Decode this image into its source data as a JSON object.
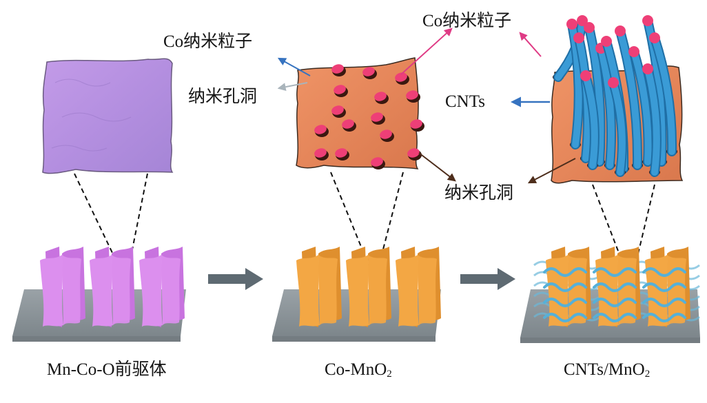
{
  "figure": {
    "description": "Schematic of conversion from Mn-Co-O precursor to Co-MnO2 and then CNTs/MnO2 on a substrate",
    "colors": {
      "precursor": "#d488e6",
      "precursor_sheet_zoom": "#b692e0",
      "mno2": "#f0a140",
      "mno2_sheet_zoom": "#e78a5c",
      "nanoparticle": "#ee3f77",
      "cnt": "#3a9bd6",
      "substrate": "#8e979c",
      "process_arrow": "#5e6a72",
      "pointer_blue": "#3673c0",
      "pointer_gray": "#a9b4bb",
      "pointer_pink": "#df3b85",
      "pointer_brown": "#4e2e1c"
    }
  },
  "labels": {
    "panel1_particle": "Co纳米粒子",
    "panel1_pore": "纳米孔洞",
    "panel3_particle": "Co纳米粒子",
    "panel3_cnts": "CNTs",
    "panel3_pore": "纳米孔洞"
  },
  "captions": {
    "stage1": "Mn-Co-O前驱体",
    "stage2_main": "Co-MnO",
    "stage2_sub": "2",
    "stage3_main": "CNTs/MnO",
    "stage3_sub": "2"
  },
  "process_arrows": [
    "stage1-to-stage2",
    "stage2-to-stage3"
  ]
}
